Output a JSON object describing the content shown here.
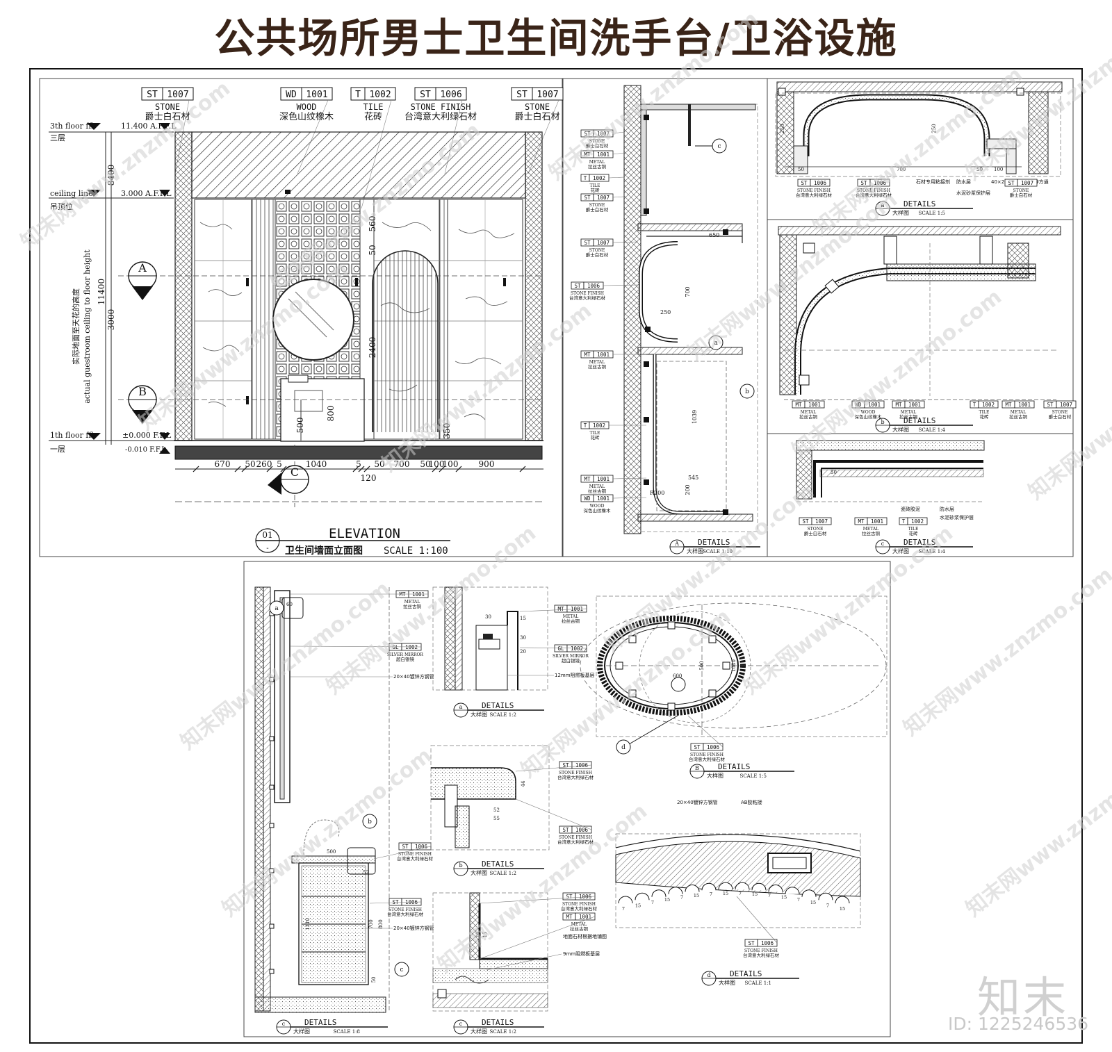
{
  "title": "公共场所男士卫生间洗手台/卫浴设施",
  "elevation": {
    "materials": [
      {
        "code": "ST",
        "num": "1007",
        "name_en": "STONE",
        "name_cn": "爵士白石材"
      },
      {
        "code": "WD",
        "num": "1001",
        "name_en": "WOOD",
        "name_cn": "深色山纹橡木"
      },
      {
        "code": "T",
        "num": "1002",
        "name_en": "TILE",
        "name_cn": "花砖"
      },
      {
        "code": "ST",
        "num": "1006",
        "name_en": "STONE FINISH",
        "name_cn": "台湾意大利绿石材"
      },
      {
        "code": "ST",
        "num": "1007",
        "name_en": "STONE",
        "name_cn": "爵士白石材"
      }
    ],
    "levels": {
      "floor3_en": "3th floor ffl",
      "floor3_val": "11.400 A.F.F.L",
      "floor3_cn": "三层",
      "ceiling_en": "ceiling line",
      "ceiling_val": "3.000 A.F.F.L",
      "ceiling_cn": "吊顶位",
      "floor1_en": "1th floor ffl",
      "floor1_val": "±0.000 F.F.L",
      "floor1_low": "-0.010 F.F.L",
      "floor1_cn": "一层"
    },
    "height_dims": {
      "upper": "8400",
      "total": "11400",
      "lower": "3000"
    },
    "vertical_note_cn": "实际地面至天花的高度",
    "vertical_note_en": "actual guestroom ceiling to floor height",
    "section_markers": {
      "a": "A",
      "b": "B",
      "c": "C"
    },
    "inner_dims": {
      "d560": "560",
      "d50": "50",
      "d2400": "2400",
      "d500": "500",
      "d800": "800",
      "d350": "350"
    },
    "bottom_dims": [
      "670",
      "50",
      "260",
      "5",
      "1040",
      "5",
      "50",
      "700",
      "50",
      "100",
      "100",
      "900"
    ],
    "bottom_sub": "120",
    "caption_num": "01",
    "caption_title": "ELEVATION",
    "caption_sub": "卫生间墙面立面图",
    "caption_scale": "SCALE 1:100"
  },
  "detail_a": {
    "labels": [
      {
        "code": "ST 1007",
        "en": "STONE",
        "cn": "爵士白石材"
      },
      {
        "code": "MT 1001",
        "en": "METAL",
        "cn": "拉丝古铜"
      },
      {
        "code": "T 1002",
        "en": "TILE",
        "cn": "花砖"
      },
      {
        "code": "ST 1007",
        "en": "STONE",
        "cn": "爵士白石材"
      },
      {
        "code": "ST 1007",
        "en": "STONE",
        "cn": "爵士白石材"
      },
      {
        "code": "ST 1006",
        "en": "STONE FINISH",
        "cn": "台湾意大利绿石材"
      },
      {
        "code": "MT 1001",
        "en": "METAL",
        "cn": "拉丝古铜"
      },
      {
        "code": "T 1002",
        "en": "TILE",
        "cn": "花砖"
      },
      {
        "code": "MT 1001",
        "en": "METAL",
        "cn": "拉丝古铜"
      },
      {
        "code": "WD 1001",
        "en": "WOOD",
        "cn": "深色山纹橡木"
      }
    ],
    "dims": [
      "650",
      "700",
      "250",
      "1039",
      "545",
      "200",
      "R200"
    ],
    "markers": [
      "c",
      "a",
      "b"
    ],
    "caption_letter": "A",
    "caption_title": "DETAILS",
    "caption_sub": "大样图",
    "caption_scale": "SCALE 1:10"
  },
  "detail_ra": {
    "dims": [
      "50",
      "700",
      "50",
      "100",
      "250",
      "250"
    ],
    "notes": [
      "石材专用粘接剂",
      "防水层",
      "40×20×3mm热镀锌方通",
      "水泥砂浆保护层"
    ],
    "labels": [
      {
        "code": "ST 1006",
        "en": "STONE FINISH",
        "cn": "台湾意大利绿石材"
      },
      {
        "code": "ST 1006",
        "en": "STONE FINISH",
        "cn": "台湾意大利绿石材"
      },
      {
        "code": "ST 1007",
        "en": "STONE",
        "cn": "爵士白石材"
      }
    ],
    "caption_letter": "a",
    "caption_title": "DETAILS",
    "caption_sub": "大样图",
    "caption_scale": "SCALE 1:5"
  },
  "detail_rb": {
    "labels": [
      {
        "code": "MT 1001",
        "en": "METAL",
        "cn": "拉丝古铜"
      },
      {
        "code": "WD 1001",
        "en": "WOOD",
        "cn": "深色山纹橡木"
      },
      {
        "code": "MT 1001",
        "en": "METAL",
        "cn": "拉丝古铜"
      },
      {
        "code": "T 1002",
        "en": "TILE",
        "cn": "花砖"
      },
      {
        "code": "MT 1001",
        "en": "METAL",
        "cn": "拉丝古铜"
      },
      {
        "code": "ST 1007",
        "en": "STONE",
        "cn": "爵士白石材"
      }
    ],
    "caption_letter": "b",
    "caption_title": "DETAILS",
    "caption_sub": "大样图",
    "caption_scale": "SCALE 1:4"
  },
  "detail_rc": {
    "dim": "50",
    "notes": [
      "瓷砖胶泥",
      "防水层",
      "水泥砂浆保护层"
    ],
    "labels": [
      {
        "code": "ST 1007",
        "en": "STONE",
        "cn": "爵士白石材"
      },
      {
        "code": "MT 1001",
        "en": "METAL",
        "cn": "拉丝古铜"
      },
      {
        "code": "T 1002",
        "en": "TILE",
        "cn": "花砖"
      }
    ],
    "caption_letter": "c",
    "caption_title": "DETAILS",
    "caption_sub": "大样图",
    "caption_scale": "SCALE 1:4"
  },
  "bottom": {
    "section": {
      "labels": [
        {
          "code": "MT 1001",
          "en": "METAL",
          "cn": "拉丝古铜"
        },
        {
          "code": "GL 1002",
          "en": "SILVER MIRROR",
          "cn": "超白银镜"
        },
        {
          "code": "ST 1006",
          "en": "STONE FINISH",
          "cn": "台湾意大利绿石材"
        },
        {
          "code": "ST 1006",
          "en": "STONE FINISH",
          "cn": "台湾意大利绿石材"
        }
      ],
      "notes": [
        "20×40镀锌方钢管",
        "20×40镀锌方钢管"
      ],
      "dims": [
        "60",
        "500",
        "52",
        "1110",
        "700",
        "800",
        "50"
      ],
      "markers": [
        "a",
        "b",
        "c"
      ],
      "caption_letter": "c",
      "caption_title": "DETAILS",
      "caption_sub": "大样图",
      "caption_scale": "SCALE 1:8"
    },
    "da": {
      "labels": [
        {
          "code": "MT 1001",
          "en": "METAL",
          "cn": "拉丝古铜"
        },
        {
          "code": "GL 1002",
          "en": "SILVER MIRROR",
          "cn": "超白银镜"
        }
      ],
      "note": "12mm阻燃板基层",
      "dims": [
        "30",
        "15",
        "30",
        "20"
      ],
      "caption_letter": "a",
      "caption_title": "DETAILS",
      "caption_sub": "大样图",
      "caption_scale": "SCALE 1:2"
    },
    "db": {
      "labels": [
        {
          "code": "ST 1006",
          "en": "STONE FINISH",
          "cn": "台湾意大利绿石材"
        },
        {
          "code": "ST 1006",
          "en": "STONE FINISH",
          "cn": "台湾意大利绿石材"
        }
      ],
      "dims": [
        "52",
        "55",
        "44"
      ],
      "caption_letter": "b",
      "caption_title": "DETAILS",
      "caption_sub": "大样图",
      "caption_scale": "SCALE 1:2"
    },
    "dc": {
      "labels": [
        {
          "code": "ST 1006",
          "en": "STONE FINISH",
          "cn": "台湾意大利绿石材"
        },
        {
          "code": "MT 1001",
          "en": "METAL",
          "cn": "拉丝古铜"
        }
      ],
      "notes": [
        "地面石材根据地铺图",
        "9mm阻燃板基层"
      ],
      "dims": [
        "10",
        "15"
      ],
      "caption_letter": "c",
      "caption_title": "DETAILS",
      "caption_sub": "大样图",
      "caption_scale": "SCALE 1:2"
    },
    "basin": {
      "dims": [
        "600",
        "500",
        "1080"
      ],
      "marker": "d",
      "label": {
        "code": "ST 1006",
        "en": "STONE FINISH",
        "cn": "台湾意大利绿石材"
      },
      "caption_letter": "B",
      "caption_title": "DETAILS",
      "caption_sub": "大样图",
      "caption_scale": "SCALE 1:5"
    },
    "dd": {
      "notes": [
        "20×40镀锌方钢管",
        "AB胶粘接"
      ],
      "label": {
        "code": "ST 1006",
        "en": "STONE FINISH",
        "cn": "台湾意大利绿石材"
      },
      "dims": [
        "7",
        "15",
        "7",
        "15",
        "7",
        "15",
        "7",
        "15",
        "7",
        "15",
        "7",
        "15",
        "7",
        "15",
        "7",
        "15"
      ],
      "caption_letter": "d",
      "caption_title": "DETAILS",
      "caption_sub": "大样图",
      "caption_scale": "SCALE 1:1"
    }
  },
  "watermark": "知末网www.znzmo.com",
  "logo": "知末",
  "id_text": "ID: 1225246536"
}
